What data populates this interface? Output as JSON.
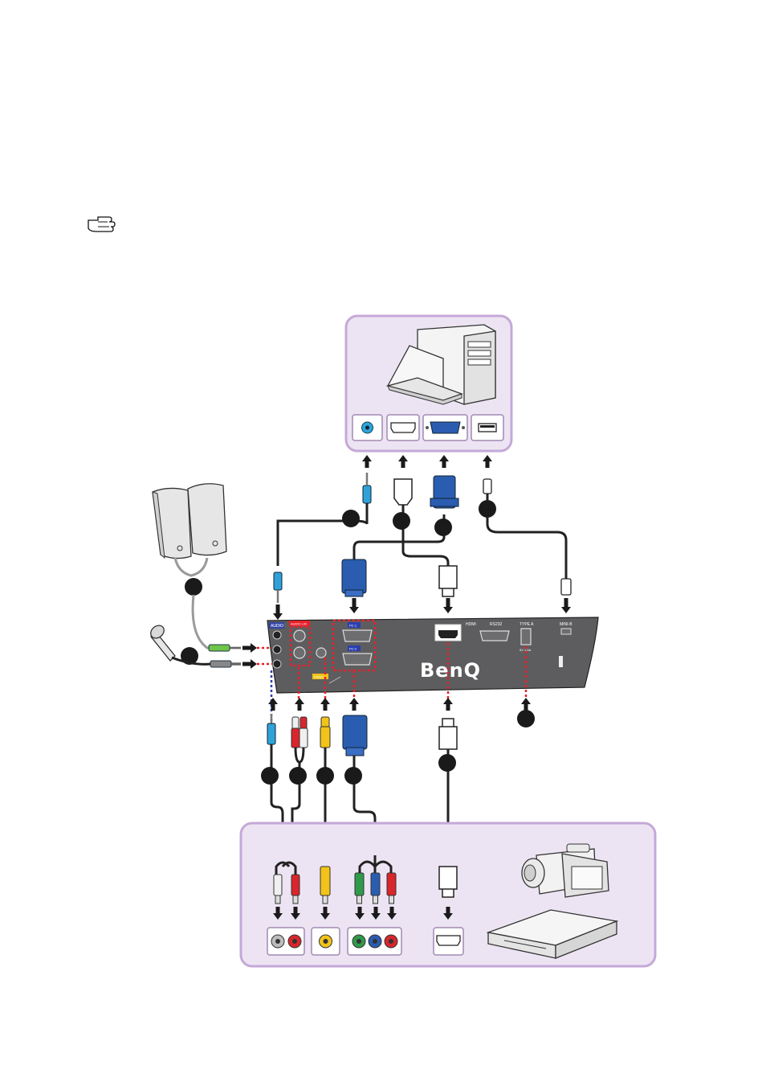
{
  "projector": {
    "brand": "BenQ",
    "ports": {
      "audio": "AUDIO",
      "audio_lr": "AUDIO L/R",
      "video": "VIDEO",
      "pc1": "PC-1",
      "pc2": "PC-2",
      "hdmi": "HDMI",
      "rs232": "RS232",
      "type_a": "TYPE A",
      "mini_b": "MINI-B",
      "usb_5v": "5V 1.5A"
    }
  },
  "colors": {
    "panel_border": "#c5a8d8",
    "panel_fill": "#ede4f3",
    "projector_body": "#5d5d5f",
    "arrow": "#1a1a1a",
    "dotted_red": "#e8202a",
    "dotted_blue": "#2b3fb0",
    "vga_blue": "#2a5db0",
    "audio_cyan": "#2fa3d8",
    "rca_white": "#f0f0f0",
    "rca_red": "#d8262c",
    "rca_yellow": "#f2c318",
    "rca_green": "#2f9a4a"
  },
  "icons": [
    "hand-pointer-icon",
    "speakers-icon",
    "microphone-icon",
    "laptop-icon",
    "desktop-tower-icon",
    "camcorder-icon",
    "dvd-player-icon"
  ]
}
